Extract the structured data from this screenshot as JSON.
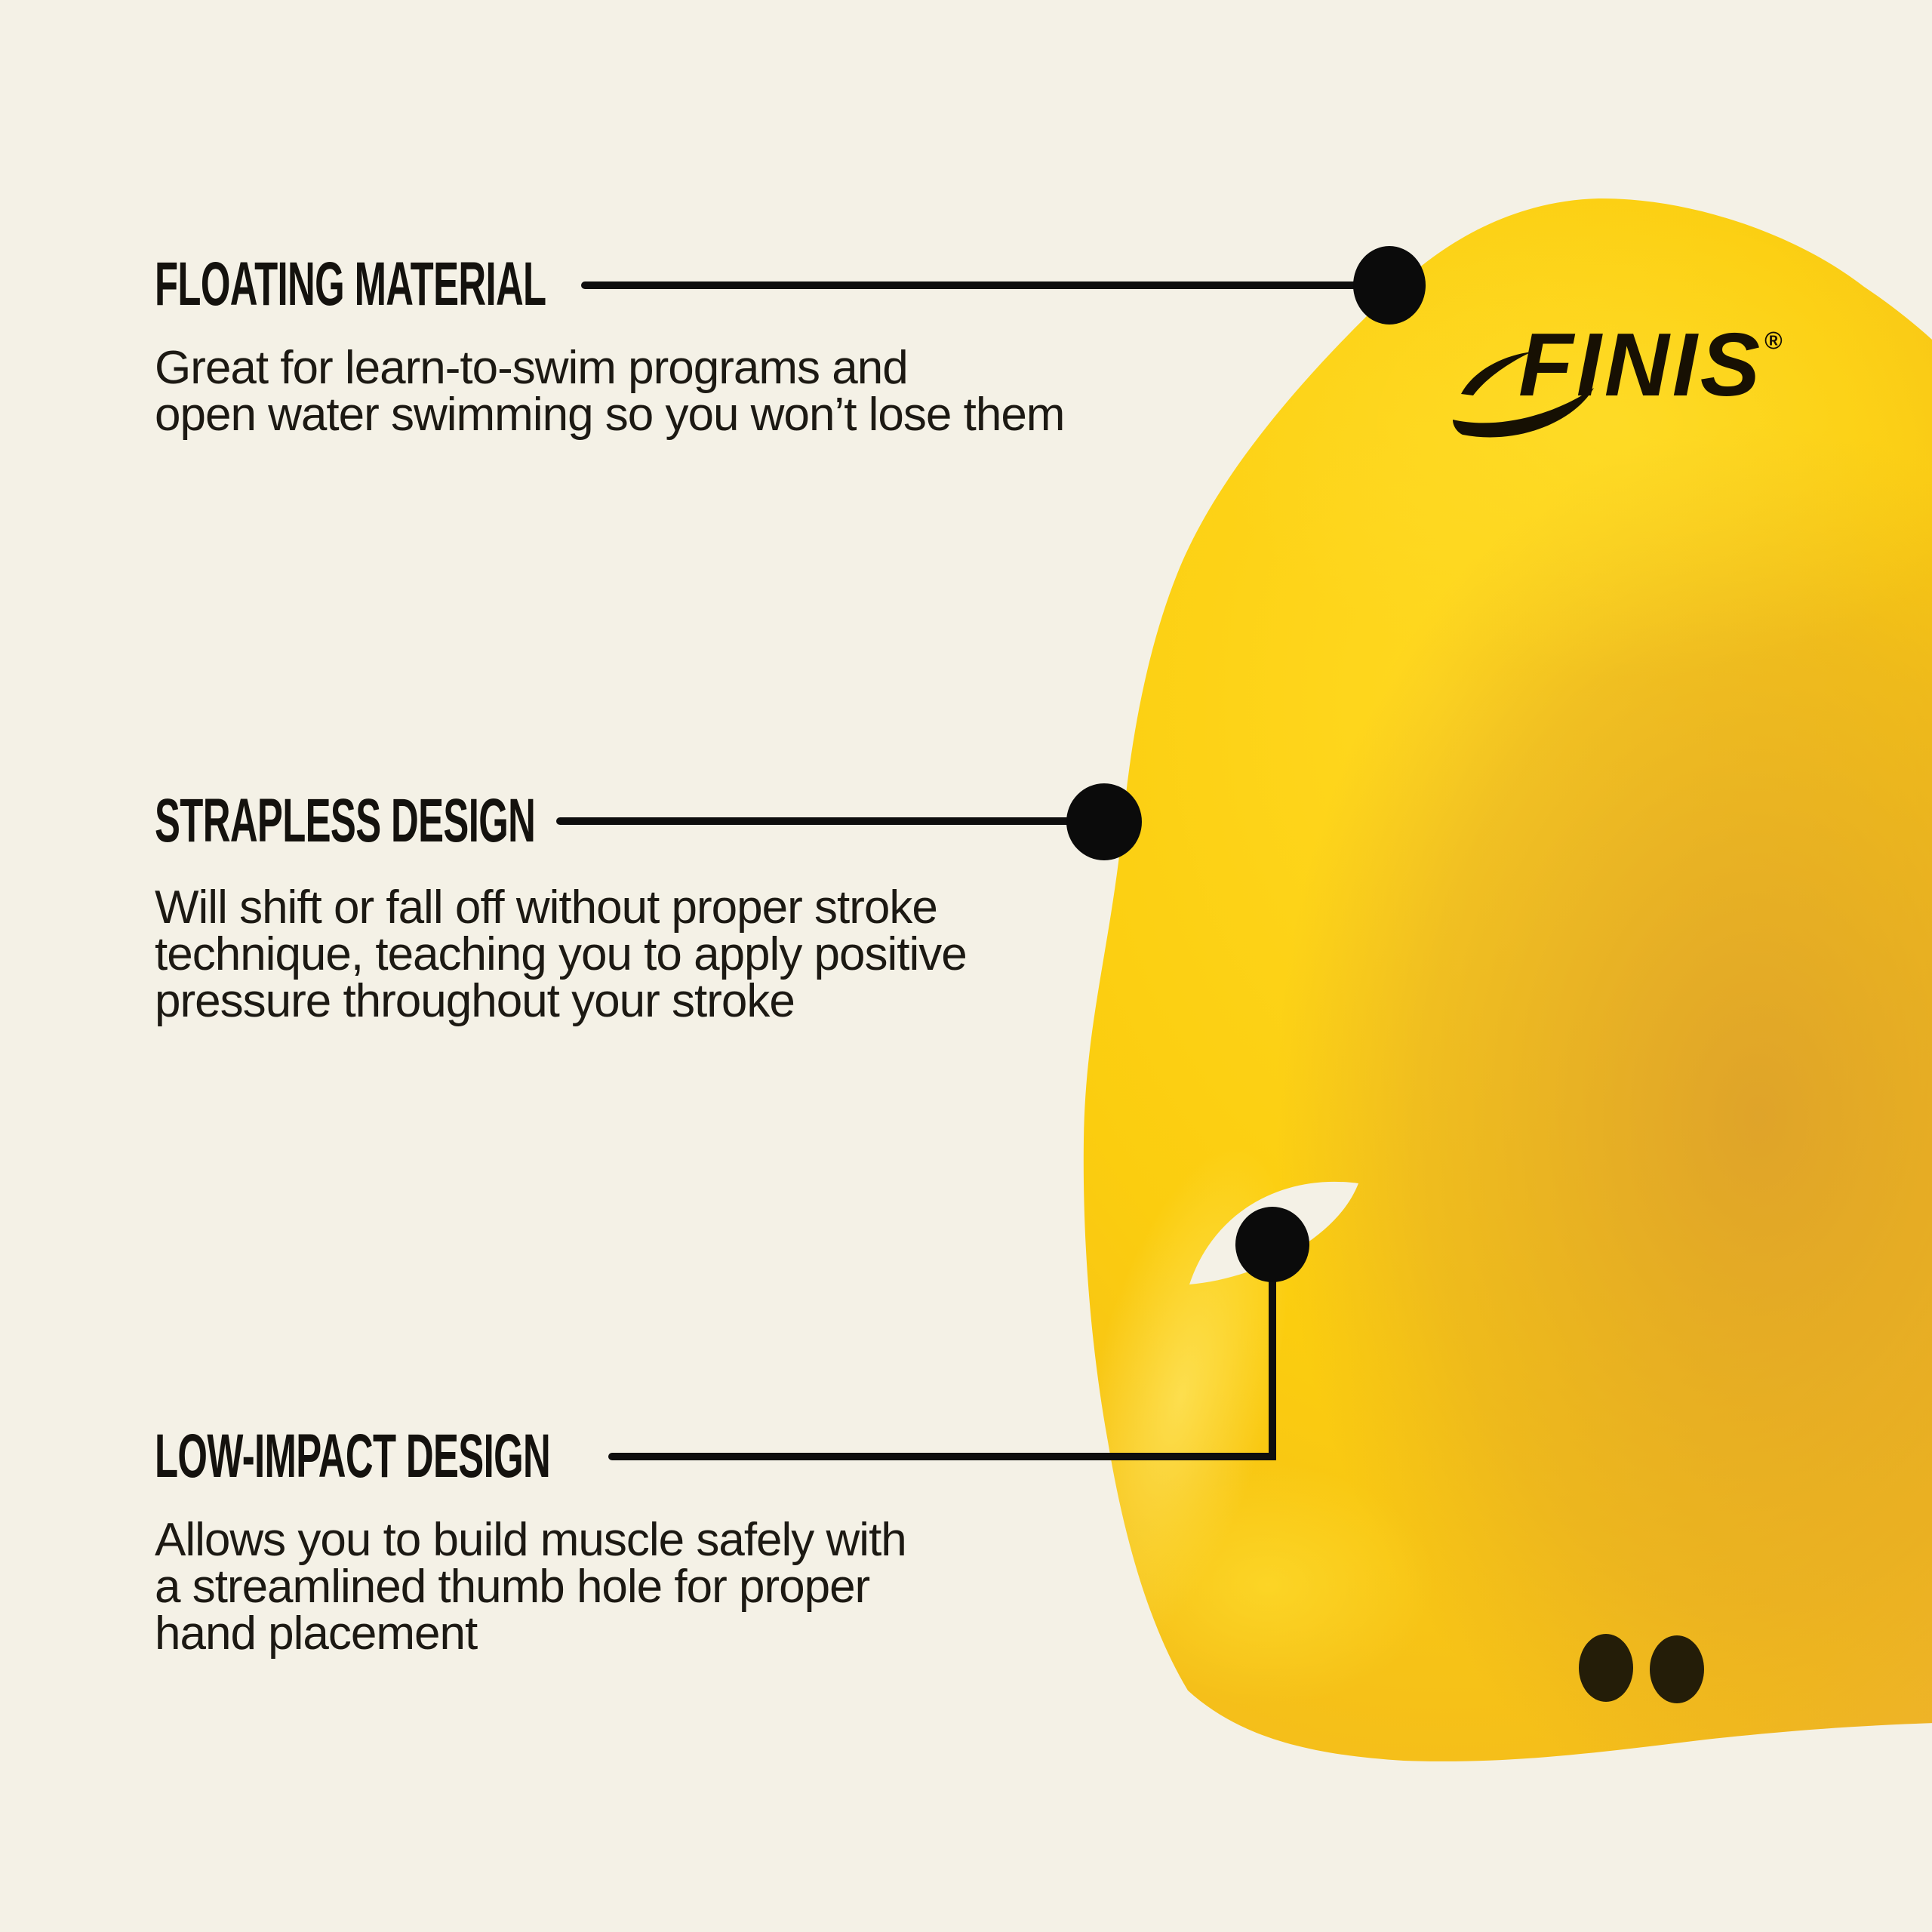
{
  "infographic": {
    "background_color": "#F4F1E6",
    "accent_color": "#0E0E0E",
    "callouts": [
      {
        "title": "FLOATING MATERIAL",
        "body_lines": [
          "Great for learn-to-swim programs and",
          "open water swimming so you won’t lose them"
        ]
      },
      {
        "title": "STRAPLESS DESIGN",
        "body_lines": [
          "Will shift or fall off without proper stroke",
          "technique, teaching you to apply positive",
          "pressure throughout your stroke"
        ]
      },
      {
        "title": "LOW-IMPACT DESIGN",
        "body_lines": [
          "Allows you to build muscle safely with",
          "a streamlined thumb hole for proper",
          "hand placement"
        ]
      }
    ],
    "product": {
      "brand": "FINIS",
      "registered_mark": "®",
      "paddle_color": "#FBCD0F",
      "paddle_shade_color": "#DD9A30",
      "paddle_highlight_color": "#FFE14C",
      "thumb_hole_color": "#F4F1E6",
      "grip_dot_color": "#241d08"
    }
  }
}
